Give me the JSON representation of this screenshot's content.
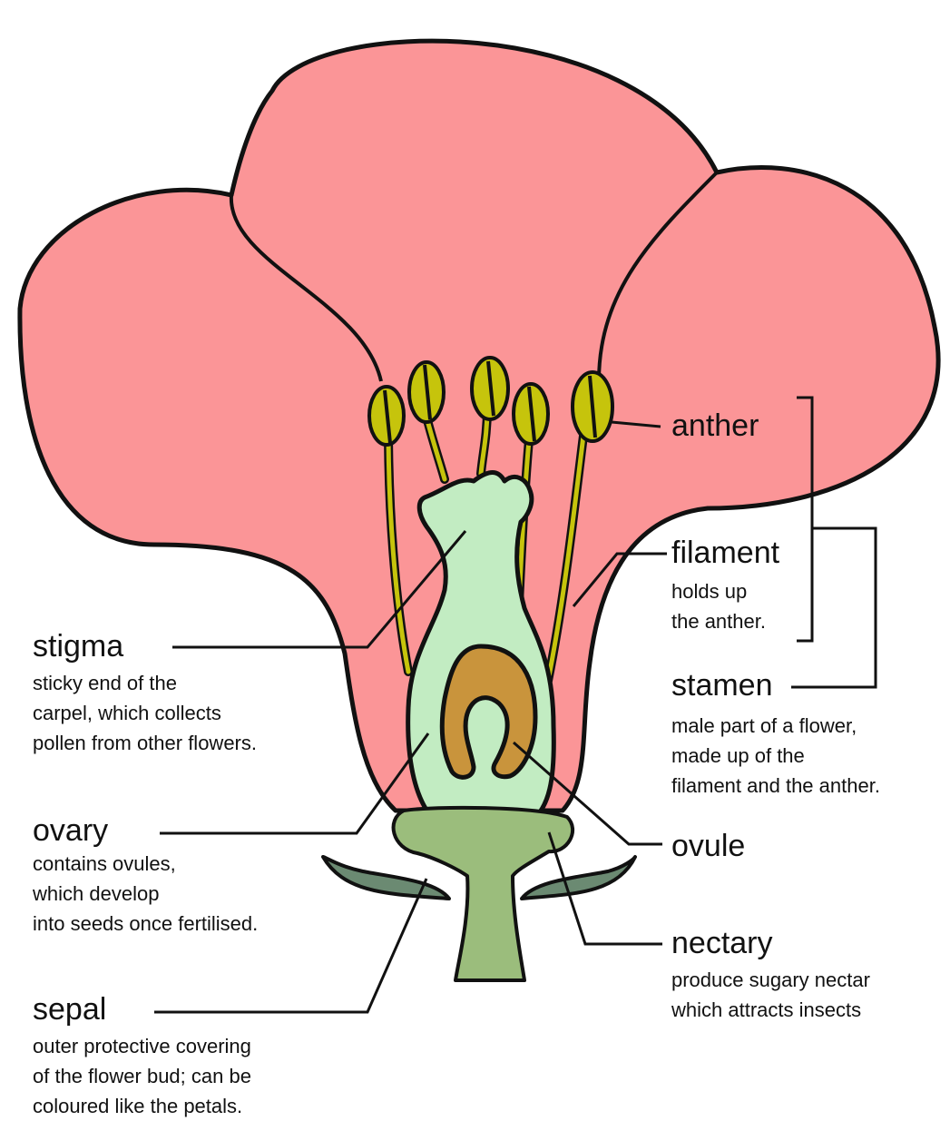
{
  "colors": {
    "petal": "#fb9597",
    "carpel": "#c2ecc2",
    "ovule": "#c9943c",
    "anther": "#c6c40c",
    "receptacle": "#9bbd7c",
    "sepal": "#6b8a72",
    "outline": "#111111"
  },
  "labels": {
    "anther": {
      "term": "anther"
    },
    "filament": {
      "term": "filament",
      "desc": "holds up\nthe anther."
    },
    "stamen": {
      "term": "stamen",
      "desc": "male part of a flower,\nmade up of the\nfilament and the anther."
    },
    "ovule": {
      "term": "ovule"
    },
    "nectary": {
      "term": "nectary",
      "desc": "produce sugary nectar\nwhich attracts insects"
    },
    "stigma": {
      "term": "stigma",
      "desc": "sticky end of the\ncarpel, which collects\npollen from other flowers."
    },
    "ovary": {
      "term": "ovary",
      "desc": "contains ovules,\nwhich develop\ninto seeds once fertilised."
    },
    "sepal": {
      "term": "sepal",
      "desc": "outer protective covering\nof the flower bud; can be\ncoloured like the petals."
    }
  }
}
